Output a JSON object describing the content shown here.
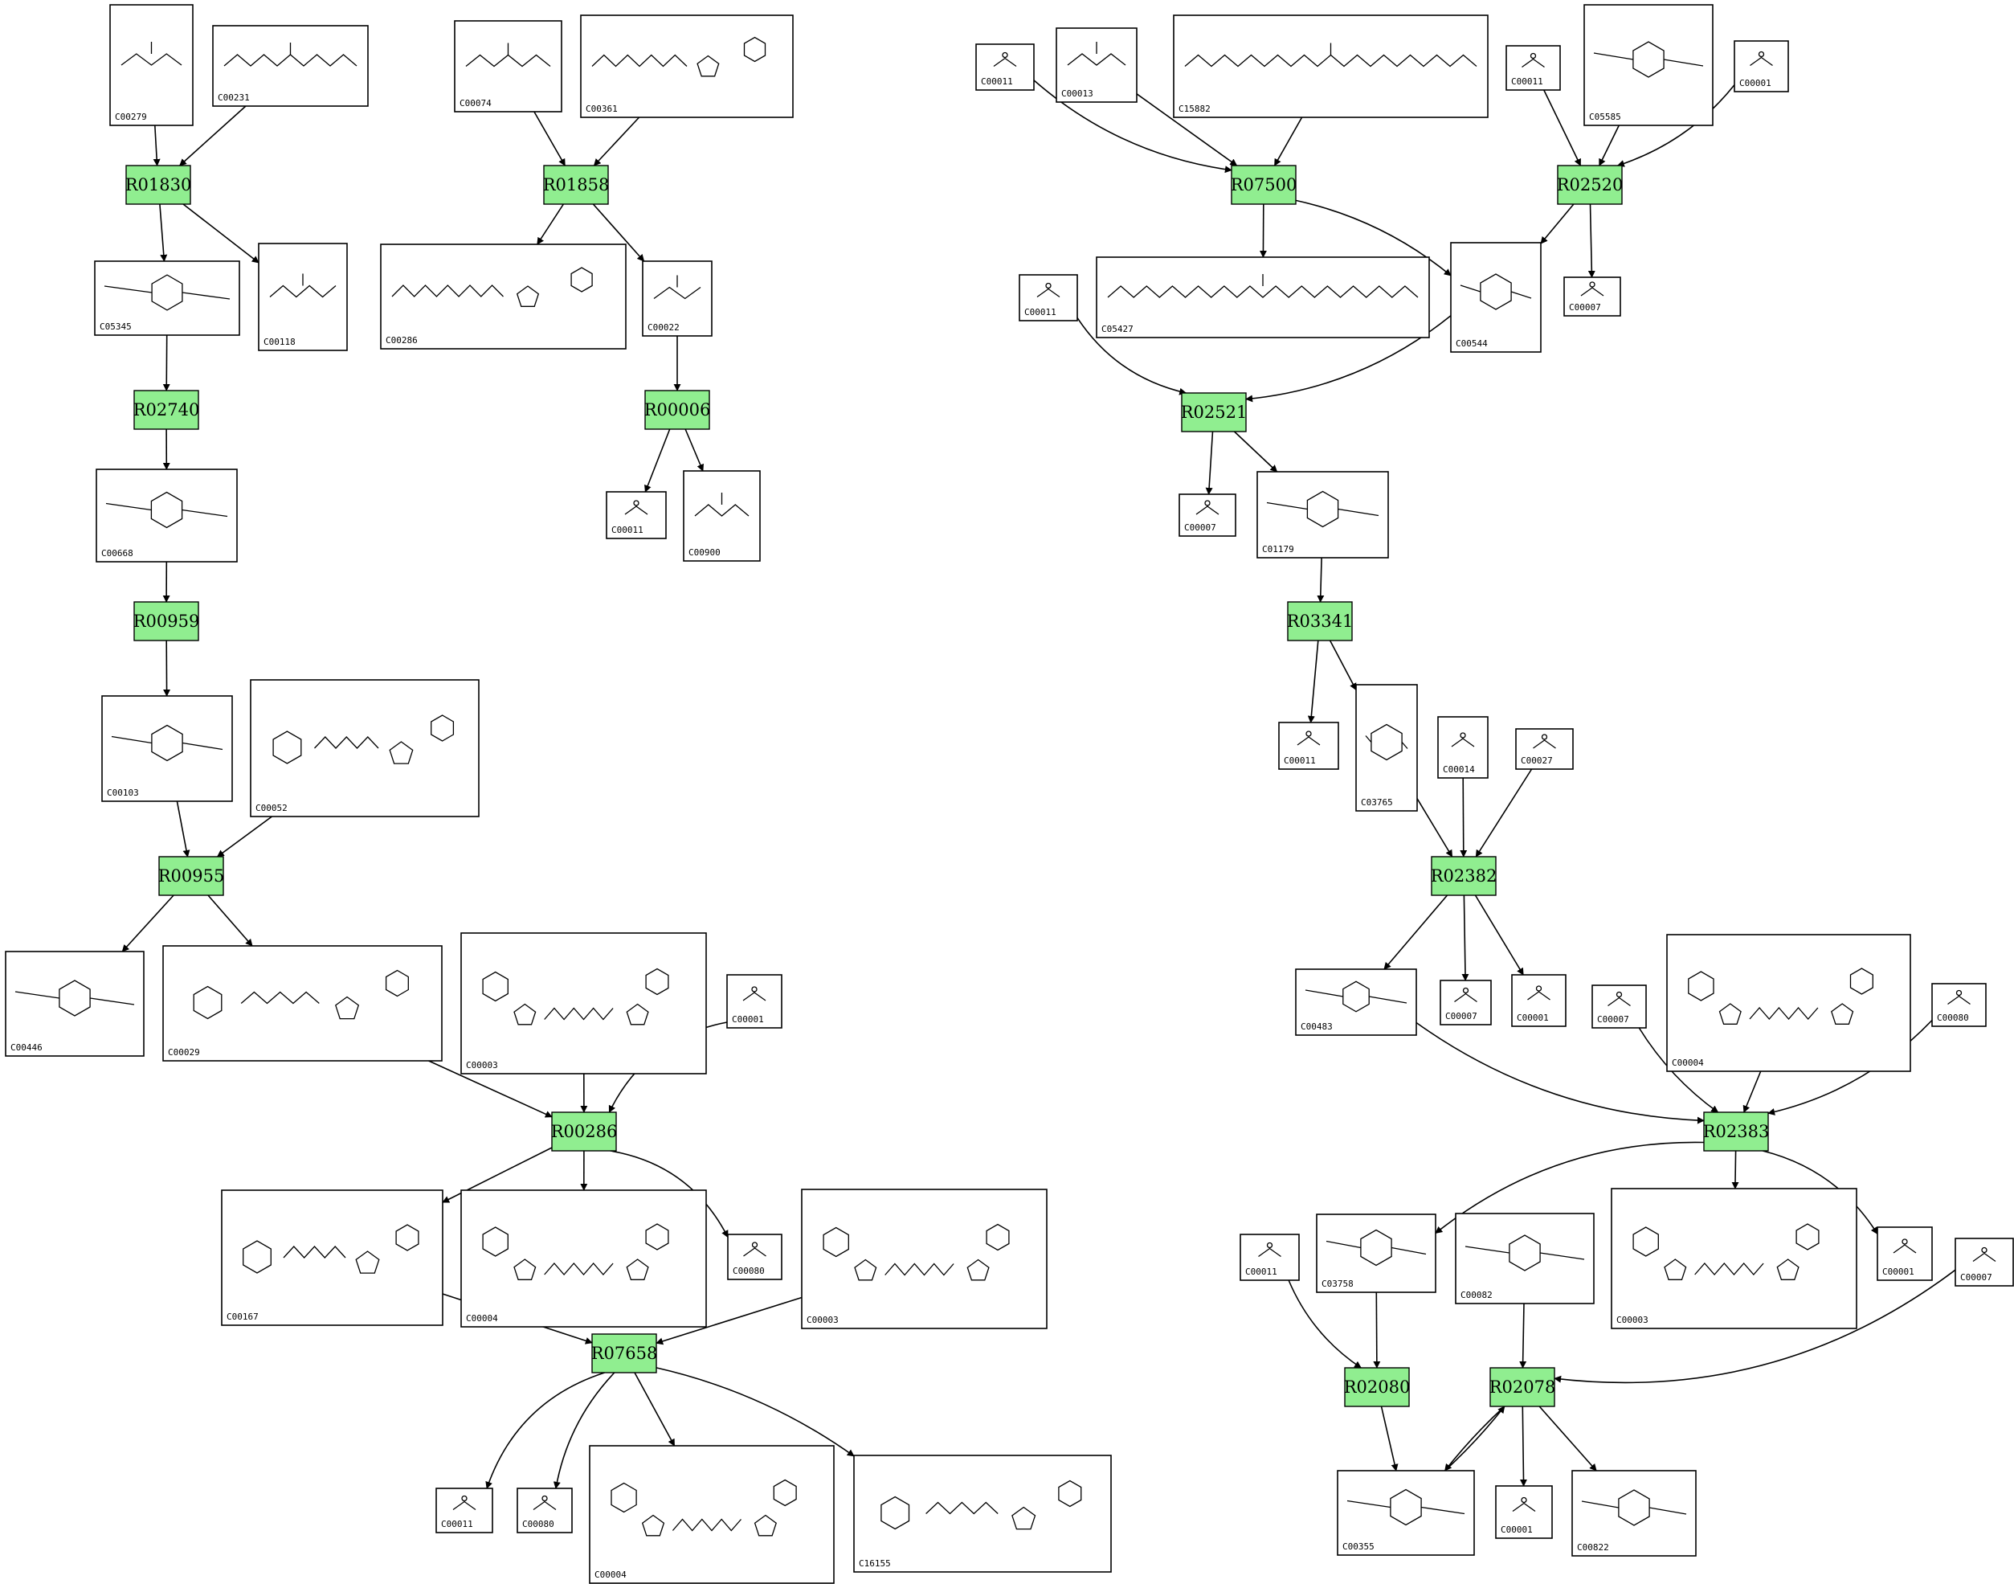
{
  "colors": {
    "reaction_fill": "#90ee90",
    "stroke": "#000000",
    "background": "#ffffff"
  },
  "reactions": [
    {
      "id": "R01830",
      "label": "R01830"
    },
    {
      "id": "R01858",
      "label": "R01858"
    },
    {
      "id": "R02740",
      "label": "R02740"
    },
    {
      "id": "R00006",
      "label": "R00006"
    },
    {
      "id": "R00959",
      "label": "R00959"
    },
    {
      "id": "R00955",
      "label": "R00955"
    },
    {
      "id": "R00286",
      "label": "R00286"
    },
    {
      "id": "R07658",
      "label": "R07658"
    },
    {
      "id": "R07500",
      "label": "R07500"
    },
    {
      "id": "R02520",
      "label": "R02520"
    },
    {
      "id": "R02521",
      "label": "R02521"
    },
    {
      "id": "R03341",
      "label": "R03341"
    },
    {
      "id": "R02382",
      "label": "R02382"
    },
    {
      "id": "R02383",
      "label": "R02383"
    },
    {
      "id": "R02080",
      "label": "R02080"
    },
    {
      "id": "R02078",
      "label": "R02078"
    }
  ],
  "compounds": [
    {
      "id": "c1",
      "label": "C00279"
    },
    {
      "id": "c2",
      "label": "C00231"
    },
    {
      "id": "c3",
      "label": "C00074"
    },
    {
      "id": "c4",
      "label": "C00361"
    },
    {
      "id": "c5",
      "label": "C05345"
    },
    {
      "id": "c6",
      "label": "C00118"
    },
    {
      "id": "c7",
      "label": "C00286"
    },
    {
      "id": "c8",
      "label": "C00022"
    },
    {
      "id": "c9",
      "label": "C00668"
    },
    {
      "id": "c10",
      "label": "C00011"
    },
    {
      "id": "c11",
      "label": "C00900"
    },
    {
      "id": "c12",
      "label": "C00103"
    },
    {
      "id": "c13",
      "label": "C00052"
    },
    {
      "id": "c14",
      "label": "C00446"
    },
    {
      "id": "c15",
      "label": "C00029"
    },
    {
      "id": "c16",
      "label": "C00003"
    },
    {
      "id": "c17",
      "label": "C00001"
    },
    {
      "id": "c18",
      "label": "C00167"
    },
    {
      "id": "c19",
      "label": "C00004"
    },
    {
      "id": "c20",
      "label": "C00080"
    },
    {
      "id": "c21",
      "label": "C00003"
    },
    {
      "id": "c22",
      "label": "C00011"
    },
    {
      "id": "c23",
      "label": "C00080"
    },
    {
      "id": "c24",
      "label": "C00004"
    },
    {
      "id": "c25",
      "label": "C16155"
    },
    {
      "id": "c26",
      "label": "C00011"
    },
    {
      "id": "c27",
      "label": "C00013"
    },
    {
      "id": "c28",
      "label": "C15882"
    },
    {
      "id": "c29",
      "label": "C00011"
    },
    {
      "id": "c30",
      "label": "C05585"
    },
    {
      "id": "c31",
      "label": "C00001"
    },
    {
      "id": "c32",
      "label": "C05427"
    },
    {
      "id": "c33",
      "label": "C00544"
    },
    {
      "id": "c34",
      "label": "C00007"
    },
    {
      "id": "c35",
      "label": "C00011"
    },
    {
      "id": "c36",
      "label": "C00007"
    },
    {
      "id": "c37",
      "label": "C01179"
    },
    {
      "id": "c38",
      "label": "C00011"
    },
    {
      "id": "c39",
      "label": "C03765"
    },
    {
      "id": "c40",
      "label": "C00014"
    },
    {
      "id": "c41",
      "label": "C00027"
    },
    {
      "id": "c42",
      "label": "C00483"
    },
    {
      "id": "c43",
      "label": "C00007"
    },
    {
      "id": "c44",
      "label": "C00001"
    },
    {
      "id": "c45",
      "label": "C00007"
    },
    {
      "id": "c46",
      "label": "C00004"
    },
    {
      "id": "c47",
      "label": "C00080"
    },
    {
      "id": "c48",
      "label": "C00011"
    },
    {
      "id": "c49",
      "label": "C03758"
    },
    {
      "id": "c50",
      "label": "C00082"
    },
    {
      "id": "c51",
      "label": "C00003"
    },
    {
      "id": "c52",
      "label": "C00001"
    },
    {
      "id": "c53",
      "label": "C00007"
    },
    {
      "id": "c54",
      "label": "C00355"
    },
    {
      "id": "c55",
      "label": "C00001"
    },
    {
      "id": "c56",
      "label": "C00822"
    }
  ]
}
